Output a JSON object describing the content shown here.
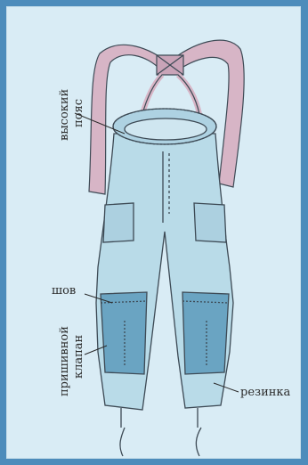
{
  "labels": {
    "high_waist": [
      "высокий",
      "пояс"
    ],
    "seam": "шов",
    "sewn_flap": [
      "пришивной",
      "клапан"
    ],
    "elastic": "резинка"
  },
  "colors": {
    "page_border": "#4d8cbb",
    "background": "#d9ecf5",
    "pants_fill": "#b9dbe8",
    "knee_patch": "#6aa4c2",
    "suspenders": "#d7b5c6",
    "outline": "#3d4a55"
  }
}
